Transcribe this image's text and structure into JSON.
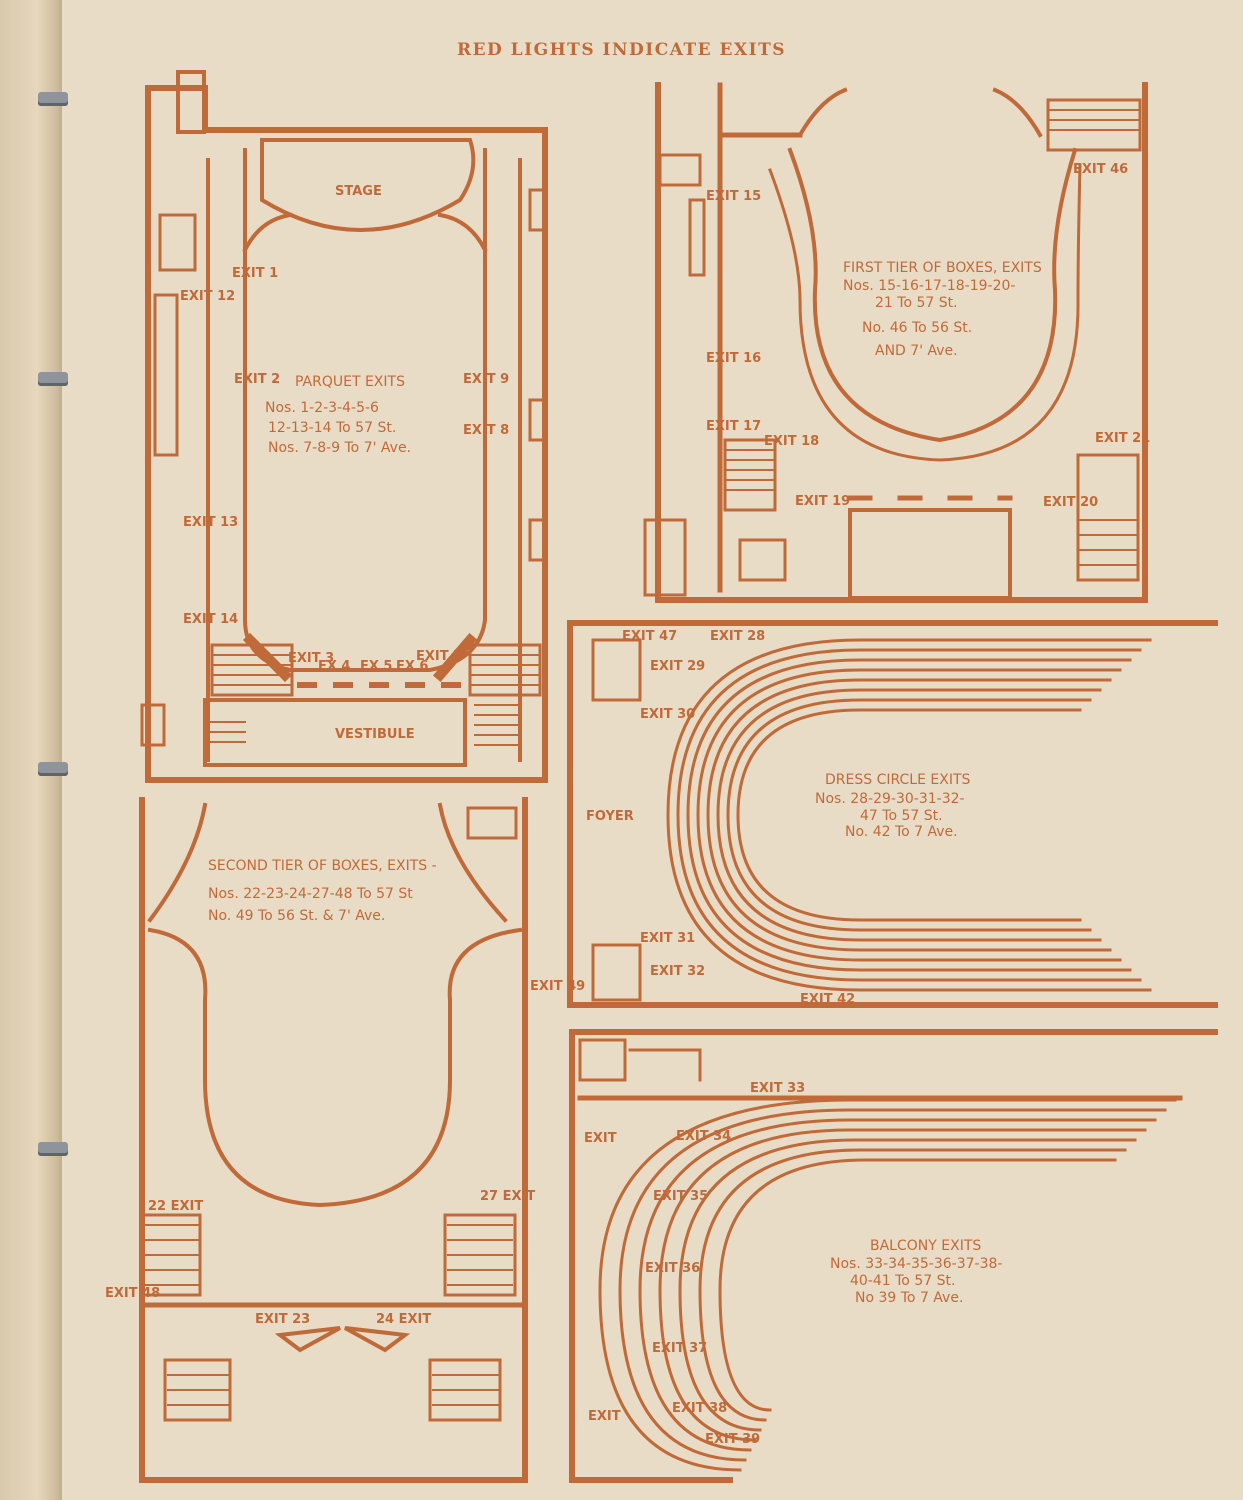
{
  "header": {
    "title": "RED LIGHTS INDICATE EXITS"
  },
  "colors": {
    "ink": "#c06a3a",
    "paper": "#e9dcc6"
  },
  "parquet": {
    "caption": [
      "PARQUET EXITS",
      "Nos. 1-2-3-4-5-6",
      "12-13-14 To 57 St.",
      "Nos. 7-8-9 To 7' Ave."
    ],
    "stage": "STAGE",
    "vestibule": "VESTIBULE",
    "exits": [
      "EXIT 1",
      "EXIT 12",
      "EXIT 2",
      "EXIT 9",
      "EXIT 8",
      "EXIT 13",
      "EXIT 14",
      "EXIT 3",
      "EX 4",
      "EX 5",
      "EX 6",
      "EXIT 7"
    ]
  },
  "first_tier": {
    "caption": [
      "FIRST TIER OF BOXES, EXITS",
      "Nos. 15-16-17-18-19-20-",
      "21 To 57 St.",
      "No. 46 To 56 St.",
      "AND 7' Ave."
    ],
    "exits": [
      "EXIT 15",
      "EXIT 16",
      "EXIT 17",
      "EXIT 18",
      "EXIT 19",
      "EXIT 46",
      "EXIT 21",
      "EXIT 20"
    ]
  },
  "dress_circle": {
    "caption": [
      "DRESS CIRCLE EXITS",
      "Nos. 28-29-30-31-32-",
      "47 To 57 St.",
      "No. 42 To 7 Ave."
    ],
    "foyer": "FOYER",
    "exits": [
      "EXIT 47",
      "EXIT 28",
      "EXIT 29",
      "EXIT 30",
      "EXIT 31",
      "EXIT 32",
      "EXIT 42"
    ]
  },
  "second_tier": {
    "caption": [
      "SECOND TIER OF BOXES, EXITS -",
      "Nos. 22-23-24-27-48 To 57 St",
      "No. 49 To 56 St. & 7' Ave."
    ],
    "exits": [
      "EXIT 49",
      "22 EXIT",
      "27 EXIT",
      "EXIT 48",
      "EXIT 23",
      "24 EXIT"
    ]
  },
  "balcony": {
    "caption": [
      "BALCONY EXITS",
      "Nos. 33-34-35-36-37-38-",
      "40-41 To 57 St.",
      "No 39 To 7 Ave."
    ],
    "exits": [
      "EXIT 33",
      "EXIT",
      "EXIT 34",
      "EXIT 35",
      "EXIT 36",
      "EXIT 37",
      "EXIT",
      "EXIT 38",
      "EXIT 39"
    ]
  }
}
